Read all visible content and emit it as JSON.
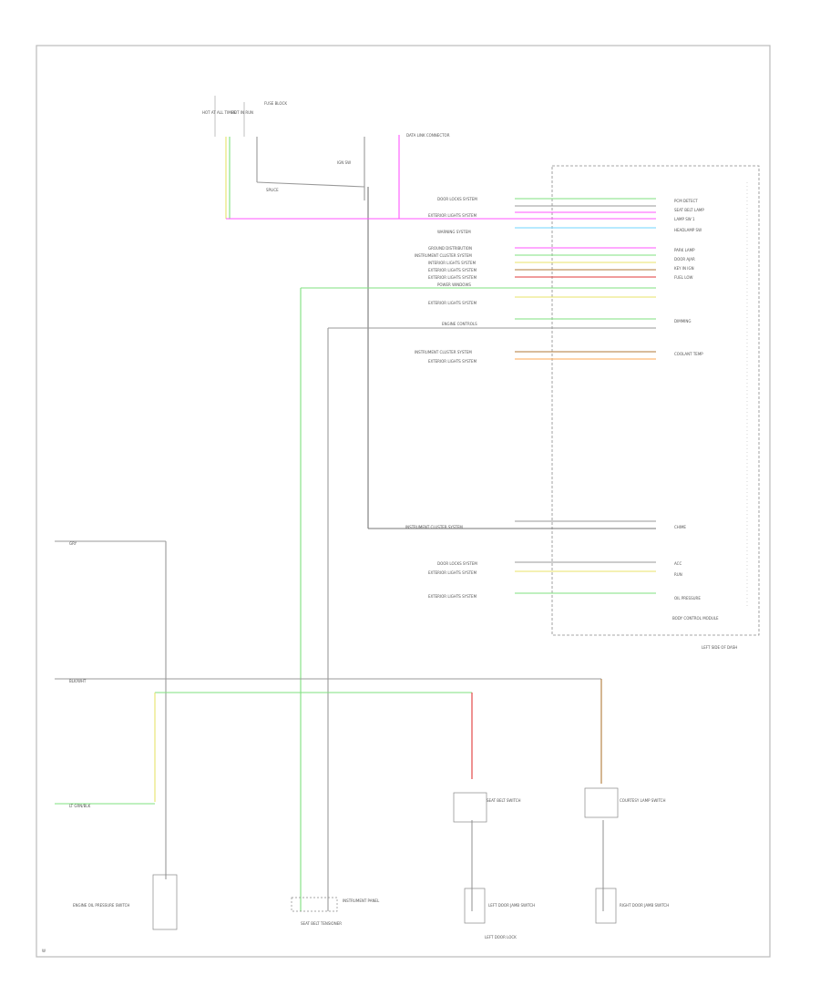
{
  "diagram": {
    "ref": "W",
    "module": {
      "name": "BODY CONTROL MODULE",
      "location": "LEFT SIDE OF DASH",
      "labels": [
        "PCM DETECT",
        "SEAT BELT LAMP",
        "LAMP SW 1",
        "HEADLAMP SW",
        "PARK LAMP",
        "DOOR AJAR",
        "KEY IN IGN",
        "FUEL LOW",
        "DIMMING",
        "COOLANT TEMP",
        "CHIME",
        "ACC",
        "RUN",
        "OIL PRESSURE"
      ]
    },
    "system_labels": [
      "DOOR LOCKS SYSTEM",
      "EXTERIOR LIGHTS SYSTEM",
      "WARNING SYSTEM",
      "GROUND DISTRIBUTION",
      "INSTRUMENT CLUSTER SYSTEM",
      "INTERIOR LIGHTS SYSTEM",
      "EXTERIOR LIGHTS SYSTEM",
      "EXTERIOR LIGHTS SYSTEM",
      "POWER WINDOWS",
      "EXTERIOR LIGHTS SYSTEM",
      "ENGINE CONTROLS",
      "INSTRUMENT CLUSTER SYSTEM",
      "EXTERIOR LIGHTS SYSTEM",
      "INSTRUMENT CLUSTER SYSTEM",
      "DOOR LOCKS SYSTEM",
      "EXTERIOR LIGHTS SYSTEM",
      "EXTERIOR LIGHTS SYSTEM"
    ],
    "top_labels": [
      "HOT AT ALL TIMES",
      "HOT IN RUN",
      "FUSE BLOCK",
      "SPLICE",
      "IGN SW",
      "DATA LINK CONNECTOR"
    ],
    "bottom_labels": [
      "ENGINE OIL PRESSURE SWITCH",
      "SEAT BELT SWITCH",
      "LEFT DOOR JAMB SWITCH",
      "COURTESY LAMP SWITCH",
      "INSTRUMENT PANEL",
      "SEAT BELT TENSIONER",
      "LEFT DOOR LOCK",
      "RIGHT DOOR JAMB SWITCH"
    ],
    "left_labels": [
      "GRY",
      "BLK/WHT",
      "LT GRN/BLK"
    ],
    "wire_colors": {
      "green": "#7fe07f",
      "pink": "#ff55ff",
      "cyan": "#6fd6ff",
      "orange": "#ffaa55",
      "yellow": "#e8e36a",
      "brown": "#b07a3a",
      "red": "#e03a3a",
      "black": "#333333",
      "gray": "#999999"
    }
  }
}
